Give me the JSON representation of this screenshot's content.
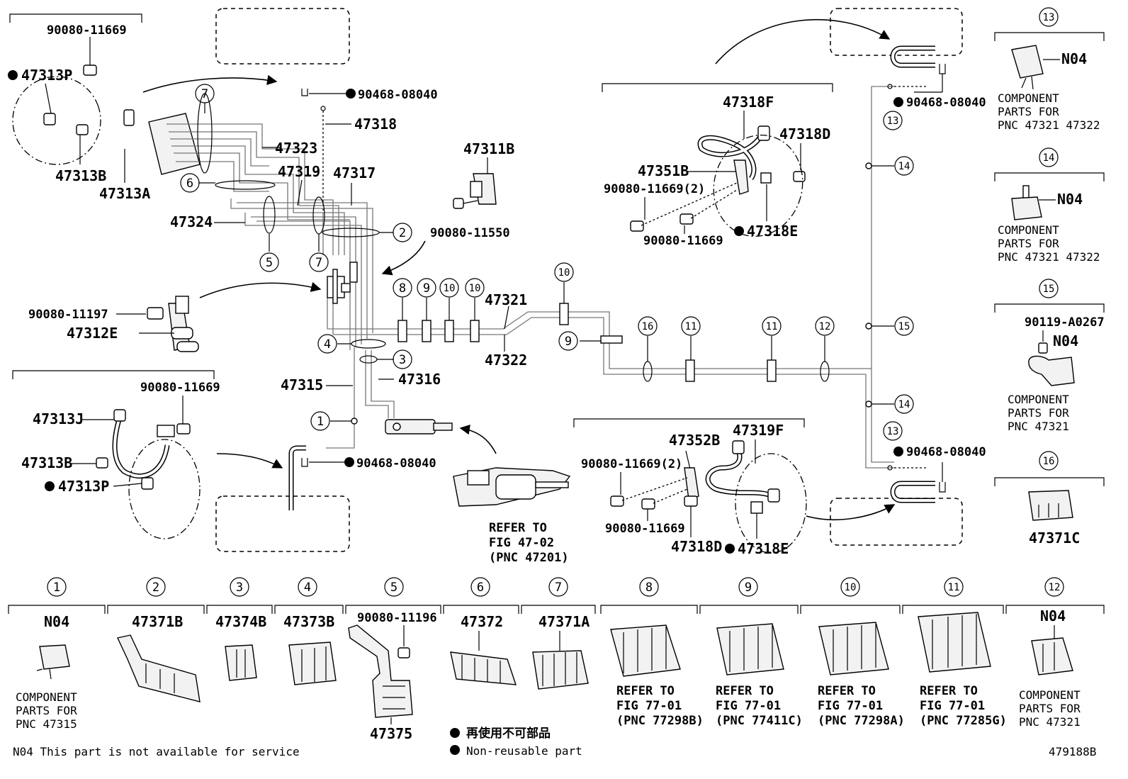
{
  "diagram_id": "479188B",
  "legend": {
    "n04_note": "N04 This part is not available for service",
    "nonreusable_cn": "再使用不可部品",
    "nonreusable_en": "Non-reusable part"
  },
  "parts": {
    "p90080_11669_tl": "90080-11669",
    "p47313P_tl": "47313P",
    "p47313B_tl": "47313B",
    "p47313A": "47313A",
    "p90468_08040_top": "90468-08040",
    "p47318": "47318",
    "p47323": "47323",
    "p47319": "47319",
    "p47317": "47317",
    "p47324": "47324",
    "p47311B": "47311B",
    "p90080_11550": "90080-11550",
    "p90080_11197": "90080-11197",
    "p47312E": "47312E",
    "p47321": "47321",
    "p47322": "47322",
    "p47316": "47316",
    "p47315": "47315",
    "p90080_11669_ml": "90080-11669",
    "p47313J": "47313J",
    "p47313B_ml": "47313B",
    "p47313P_ml": "47313P",
    "p90468_08040_mid": "90468-08040",
    "p47318F": "47318F",
    "p47318D_top": "47318D",
    "p47351B": "47351B",
    "p90080_11669_2_top": "90080-11669(2)",
    "p90080_11669_tr": "90080-11669",
    "p47318E_top": "47318E",
    "p47352B": "47352B",
    "p47319F": "47319F",
    "p90080_11669_2_bot": "90080-11669(2)",
    "p90080_11669_br": "90080-11669",
    "p47318D_bot": "47318D",
    "p47318E_bot": "47318E",
    "p90468_08040_r1": "90468-08040",
    "p90468_08040_r2": "90468-08040",
    "refer_fig_47_02": [
      "REFER TO",
      "FIG 47-02",
      "(PNC 47201)"
    ]
  },
  "callouts": [
    "1",
    "2",
    "3",
    "4",
    "5",
    "6",
    "7",
    "8",
    "9",
    "10",
    "11",
    "12",
    "13",
    "14",
    "15",
    "16"
  ],
  "side_panels": [
    {
      "num": "13",
      "code": "N04",
      "desc": [
        "COMPONENT",
        "PARTS FOR",
        "PNC 47321 47322"
      ]
    },
    {
      "num": "14",
      "code": "N04",
      "desc": [
        "COMPONENT",
        "PARTS FOR",
        "PNC 47321 47322"
      ]
    },
    {
      "num": "15",
      "code": "N04",
      "sub": "90119-A0267",
      "desc": [
        "COMPONENT",
        "PARTS FOR",
        "PNC 47321"
      ]
    },
    {
      "num": "16",
      "part": "47371C"
    }
  ],
  "bottom_panels": [
    {
      "num": "1",
      "code": "N04",
      "desc": [
        "COMPONENT",
        "PARTS FOR",
        "PNC 47315"
      ]
    },
    {
      "num": "2",
      "part": "47371B"
    },
    {
      "num": "3",
      "part": "47374B"
    },
    {
      "num": "4",
      "part": "47373B"
    },
    {
      "num": "5",
      "sub": "90080-11196",
      "part": "47375"
    },
    {
      "num": "6",
      "part": "47372"
    },
    {
      "num": "7",
      "part": "47371A"
    },
    {
      "num": "8",
      "desc": [
        "REFER TO",
        "FIG 77-01",
        "(PNC 77298B)"
      ]
    },
    {
      "num": "9",
      "desc": [
        "REFER TO",
        "FIG 77-01",
        "(PNC 77411C)"
      ]
    },
    {
      "num": "10",
      "desc": [
        "REFER TO",
        "FIG 77-01",
        "(PNC 77298A)"
      ]
    },
    {
      "num": "11",
      "desc": [
        "REFER TO",
        "FIG 77-01",
        "(PNC 77285G)"
      ]
    },
    {
      "num": "12",
      "code": "N04",
      "desc": [
        "COMPONENT",
        "PARTS FOR",
        "PNC 47321"
      ]
    }
  ]
}
